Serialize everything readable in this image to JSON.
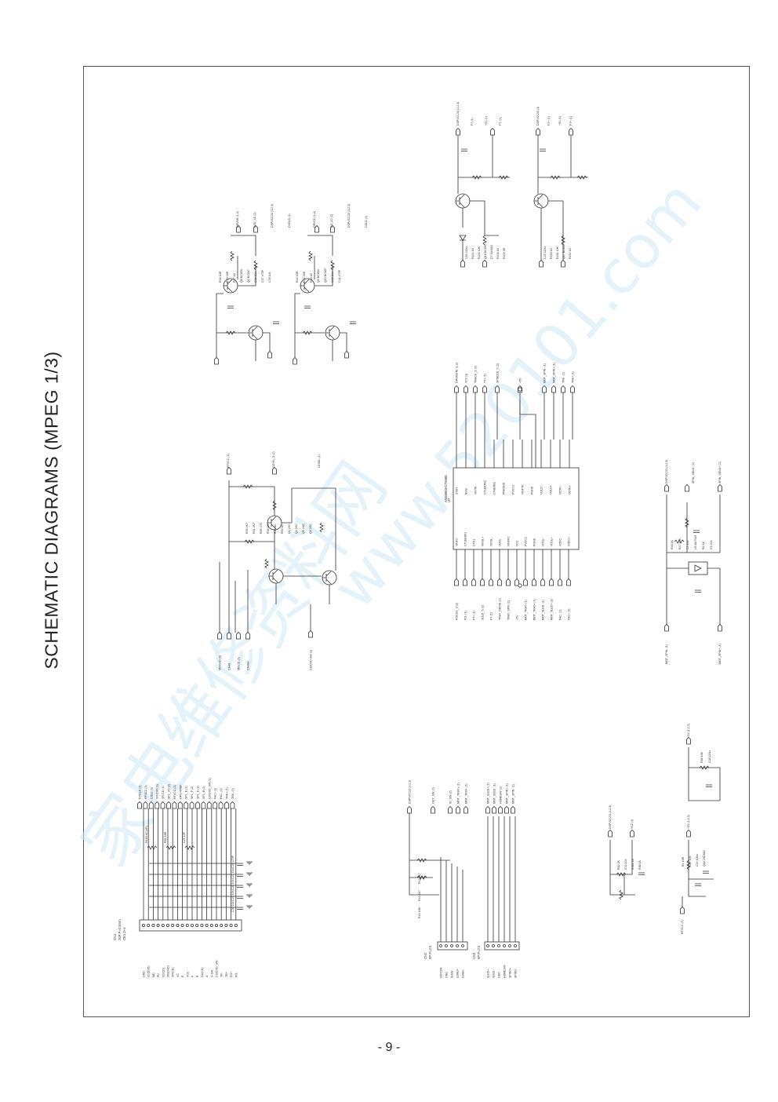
{
  "page": {
    "title": "SCHEMATIC DIAGRAMS (MPEG 1/3)",
    "page_number": "- 9 -"
  },
  "watermark": {
    "text_cn": "家电维修资料网",
    "text_url": "www.520101.com"
  },
  "connectors": {
    "cn1": {
      "ref": "CN1",
      "part": "26P P=0.5mm",
      "spec": "CE1,3+4",
      "pins": [
        "GND",
        "LD(DVD)",
        "MD",
        "PD",
        "LD(CD)",
        "VR(DVD)",
        "VR(CD)",
        "VC",
        "E",
        "VCC",
        "F",
        "B",
        "DA(CD)",
        "A",
        "S-SW",
        "CS/DVD_SW",
        "TR-",
        "TR+",
        "FO+",
        "FO-"
      ],
      "nets": [
        "DVDLD (1)",
        "RFVCC (1)",
        "CDLD (1)",
        "VR-DVD (1)",
        "VR-CD (1)",
        "SPL_VC (2)",
        "RFVCC (2)",
        "OPU-VREF",
        "SPL_E (2)",
        "SPL_F (2)",
        "SPL_D (2)",
        "SPL_B (2)",
        "CD/DVD_SW (1)",
        "FAC+ (1)",
        "FAC- (1)",
        "TRK+ (1)",
        "TRK- (1)"
      ],
      "parts": [
        "R180 NC(0R)",
        "R83 18R",
        "C25 10P",
        "C26 470P",
        "C27 10u",
        "C28 104",
        "C29 104",
        "C30 104"
      ]
    },
    "cn2": {
      "ref": "CN2",
      "part": "5P P=2.0",
      "pins": [
        "OUTSW",
        "GND",
        "INSW",
        "LOAD+",
        "LOAD-"
      ],
      "nets": [
        "DSPVCC33 (1,2,3)",
        "OUT_SW (2)",
        "IN_SW (2)",
        "MOT_TRAY+ (1)",
        "MOT_TRAY- (1)"
      ],
      "parts": [
        "R40 10K",
        "R43 4K7",
        "R42 4K7"
      ]
    },
    "cn3": {
      "ref": "CN3",
      "part": "6P P=2.0",
      "pins": [
        "SLED+",
        "SLED-",
        "GND",
        "HOMESW",
        "SPIND+",
        "SPIND-"
      ],
      "nets": [
        "MOT_SLED+ (1)",
        "MOT_SLED- (1)",
        "HOMESW (2)",
        "MOT_SPIN+ (1)",
        "MOT_SPIN- (1)"
      ]
    }
  },
  "driver": {
    "ref": "U7",
    "part": "AM5888S/CT5888",
    "left_pins": [
      "VINFC",
      "CTLEER01",
      "CTK1",
      "VINSL+",
      "VINSL-",
      "VOSL",
      "VINFFC",
      "VCC",
      "PVCC1",
      "PGND",
      "VOSL-",
      "VOSL+",
      "VOFC-",
      "VOFC+"
    ],
    "right_pins": [
      "STBY",
      "BIAS",
      "VINTK",
      "CTLEER02",
      "CTKER02",
      "PREGND",
      "PVCC2",
      "VINFTK",
      "PGND",
      "VOLD-",
      "VOLD+",
      "VOTK-",
      "VOTK+"
    ],
    "left_nets": [
      "FOCUS_S (2)",
      "FO- (1)",
      "FT+ (1)",
      "SLED_S (2)",
      "FT (1)",
      "TRAY_DRIVE (2)",
      "TRAY_SPIN (2)",
      "+5V",
      "MOT_TRAY- (1)",
      "MOT_TRAY+ (1)",
      "MOT_SLED- (1)",
      "MOT_SLED+ (1)",
      "FAC- (1)",
      "FAC+ (1)"
    ],
    "right_nets": [
      "DRVMUTE (1,2)",
      "VC2 (1)",
      "TRACK_S (2)",
      "TT+ (1)",
      "SPINDLE_S (2)",
      "+5V",
      "MOT_SPIN- (1)",
      "MOT_SPIN+ (1)",
      "TRK- (1)",
      "TRK+ (1)"
    ]
  },
  "circuits": {
    "apc_dvd": {
      "nets": [
        "DRVDB (1,2)",
        "DVD_LD (2)",
        "DSPVCC33 (1,2,3)",
        "DVDLD (1)"
      ],
      "parts": [
        "R38 10R",
        "R39 33R",
        "R37 1K",
        "Q8 BC850",
        "Q2 BC807",
        "C36 10u",
        "C37 470P",
        "C39 104"
      ]
    },
    "apc_cd": {
      "nets": [
        "DRVCD (1,2)",
        "CD_LD (2)",
        "DSPVCC33 (1,2,3)",
        "CDLD (1)"
      ],
      "parts": [
        "R40 10R",
        "R41 33R",
        "R36 1K",
        "Q9 BC850",
        "Q10 BC807",
        "C38 10u",
        "C41 470P"
      ]
    },
    "sw_circuit": {
      "nets": [
        "RFVCC (1)",
        "CD+IN_S (2)",
        "LDSEL (2)",
        "VR-DVD (1)",
        "CN48",
        "VR-CD (1)",
        "CN48A",
        "CD/DVD-SW (1)"
      ],
      "parts": [
        "R39 4K7",
        "R51 4K7",
        "R55 47K",
        "R36 NC",
        "R53 NC",
        "R54 NC",
        "Q3 2SC",
        "Q4 2SC",
        "Q5 2SC",
        "Q6 2SC"
      ]
    },
    "tray_limit": {
      "nets": [
        "DSPVCC33 (1,2,3)",
        "FT (1)",
        "+5V (1)",
        "FT- (1)"
      ],
      "parts": [
        "C83 220u",
        "R244 1K",
        "R245 10K",
        "Q18 BC850",
        "D7 1N4002",
        "R248 1K",
        "R249 3R"
      ]
    },
    "spin_limit": {
      "nets": [
        "DSPVCC33 (1)",
        "FT+ (1)",
        "+5V (1)",
        "FT+ (1)"
      ],
      "parts": [
        "C25 220u",
        "R250 1K",
        "R251 10K",
        "Q17 BC850",
        "R252 1K"
      ]
    },
    "motor_spin": {
      "nets": [
        "DSPVCC33 (1,2,3)",
        "SPIN_SENS- (2)",
        "SPIN_SENS+ (2)",
        "MOT_SPIN- (1)",
        "MOT_SPIN+ (1)"
      ],
      "parts": [
        "R46 1K",
        "R47 10K",
        "C4 104",
        "U3 BA7345",
        "R2 1K",
        "C5 222"
      ]
    },
    "power_a": {
      "nets": [
        "+5V (1,2,3)"
      ],
      "parts": [
        "R88 10K",
        "C38 220u"
      ]
    },
    "power_b": {
      "nets": [
        "DSPVCC33 (1,2,3)",
        "VC2 (1)"
      ],
      "parts": [
        "R82 2K",
        "C32 104",
        "R183 1K",
        "R88 1K"
      ]
    },
    "power_c": {
      "nets": [
        "+5V (1,2,3)",
        "RFVCC (1)"
      ],
      "parts": [
        "R4 10R",
        "C37 104",
        "C24 100u",
        "Q18 2SD882"
      ]
    }
  }
}
